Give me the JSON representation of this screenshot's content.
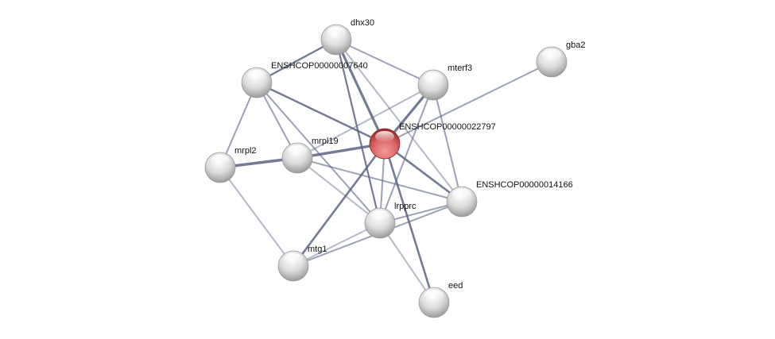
{
  "network": {
    "nodes": [
      {
        "label": "dhx30",
        "query": false
      },
      {
        "label": "ENSHCOP00000007640",
        "query": false
      },
      {
        "label": "mterf3",
        "query": false
      },
      {
        "label": "gba2",
        "query": false
      },
      {
        "label": "ENSHCOP00000022797",
        "query": true
      },
      {
        "label": "mrpl19",
        "query": false
      },
      {
        "label": "mrpl2",
        "query": false
      },
      {
        "label": "ENSHCOP00000014166",
        "query": false
      },
      {
        "label": "lrpprc",
        "query": false
      },
      {
        "label": "mtg1",
        "query": false
      },
      {
        "label": "eed",
        "query": false
      }
    ],
    "edges": [
      [
        0,
        1
      ],
      [
        0,
        2
      ],
      [
        0,
        4
      ],
      [
        0,
        8
      ],
      [
        0,
        7
      ],
      [
        1,
        4
      ],
      [
        1,
        6
      ],
      [
        1,
        5
      ],
      [
        1,
        8
      ],
      [
        2,
        4
      ],
      [
        2,
        5
      ],
      [
        2,
        8
      ],
      [
        2,
        7
      ],
      [
        3,
        4
      ],
      [
        4,
        5
      ],
      [
        4,
        8
      ],
      [
        4,
        7
      ],
      [
        4,
        9
      ],
      [
        4,
        10
      ],
      [
        6,
        5
      ],
      [
        6,
        9
      ],
      [
        5,
        7
      ],
      [
        5,
        8
      ],
      [
        8,
        7
      ],
      [
        8,
        9
      ],
      [
        8,
        10
      ],
      [
        9,
        7
      ]
    ],
    "colors": {
      "query_node": "#d65a5a",
      "node": "#e0e0e0",
      "edge": "#5a6483"
    }
  }
}
